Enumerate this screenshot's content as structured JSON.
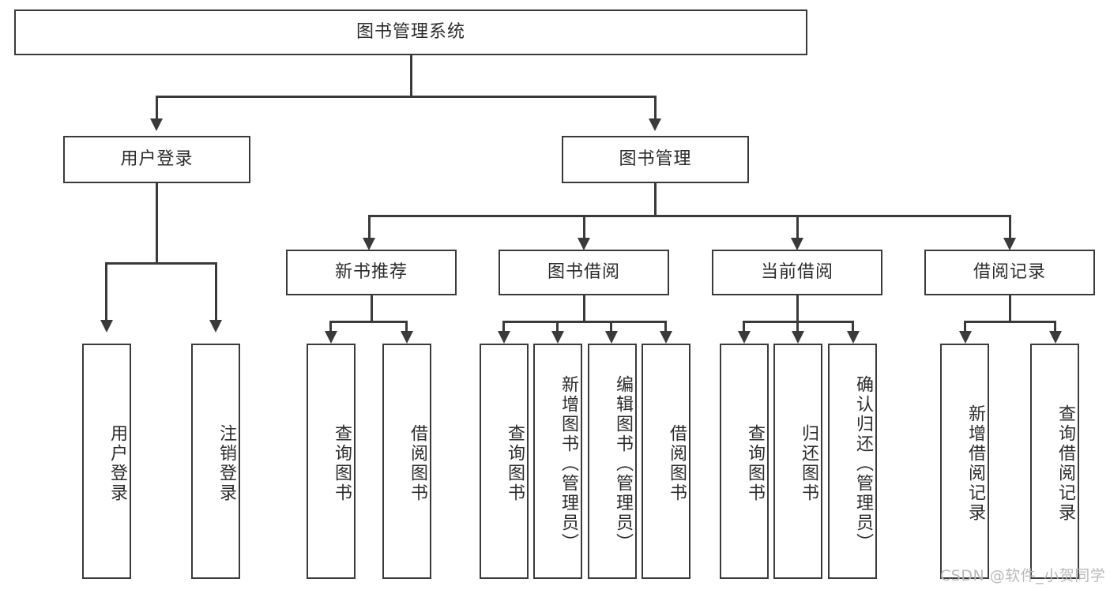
{
  "diagram": {
    "title": "图书管理系统",
    "type": "tree-hierarchy-chart",
    "root": {
      "label": "图书管理系统"
    },
    "level2": [
      {
        "label": "用户登录"
      },
      {
        "label": "图书管理"
      }
    ],
    "level3": [
      {
        "label": "新书推荐"
      },
      {
        "label": "图书借阅"
      },
      {
        "label": "当前借阅"
      },
      {
        "label": "借阅记录"
      }
    ],
    "leaves": {
      "user_login": [
        {
          "label": "用户登录"
        },
        {
          "label": "注销登录"
        }
      ],
      "new_book_recommend": [
        {
          "label": "查询图书"
        },
        {
          "label": "借阅图书"
        }
      ],
      "book_borrow": [
        {
          "label": "查询图书"
        },
        {
          "label": "新增图书（管理员）"
        },
        {
          "label": "编辑图书（管理员）"
        },
        {
          "label": "借阅图书"
        }
      ],
      "current_borrow": [
        {
          "label": "查询图书"
        },
        {
          "label": "归还图书"
        },
        {
          "label": "确认归还（管理员）"
        }
      ],
      "borrow_records": [
        {
          "label": "新增借阅记录"
        },
        {
          "label": "查询借阅记录"
        }
      ]
    }
  },
  "watermark": {
    "text": "CSDN @软件_小贺同学"
  },
  "colors": {
    "stroke": "#3a3a3a",
    "text": "#2b2b2b",
    "background": "#ffffff",
    "watermark": "#b9b9b9"
  }
}
